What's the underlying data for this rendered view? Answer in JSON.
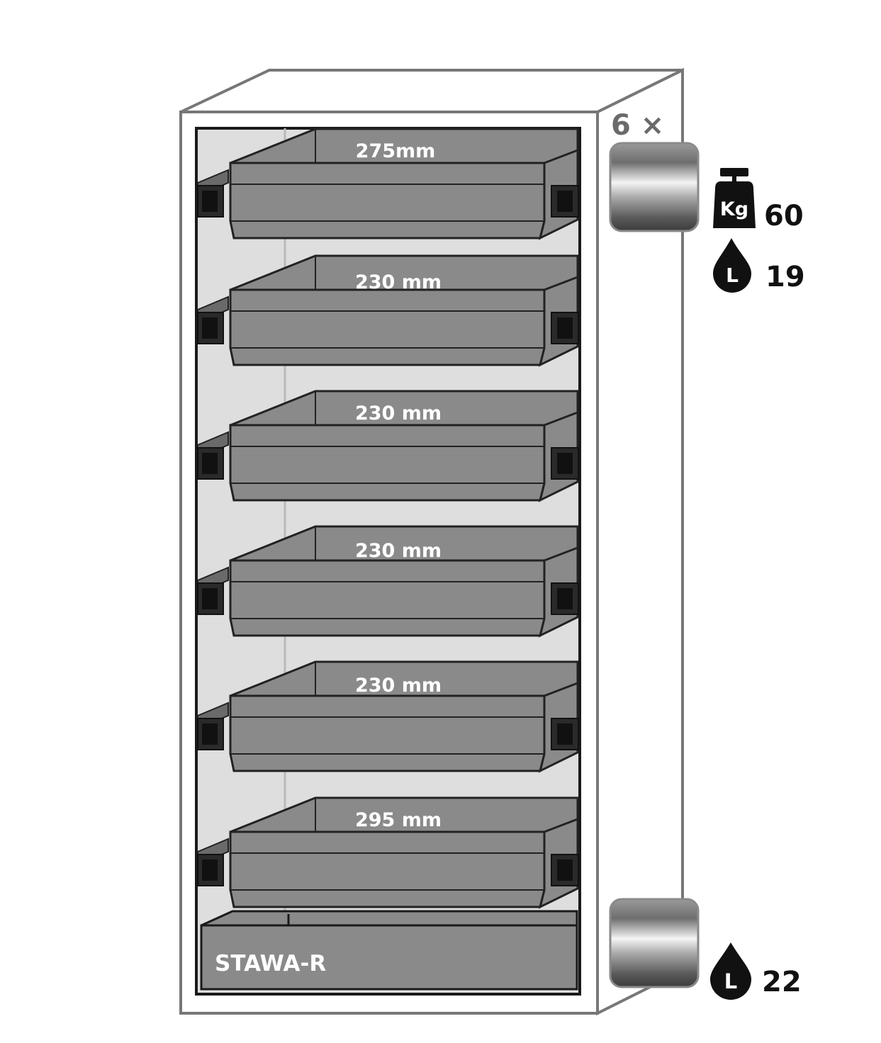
{
  "drawer_count_label": "6 ×",
  "drawers": [
    {
      "label": "275mm"
    },
    {
      "label": "230 mm"
    },
    {
      "label": "230 mm"
    },
    {
      "label": "230 mm"
    },
    {
      "label": "230 mm"
    },
    {
      "label": "295 mm"
    }
  ],
  "sump": {
    "label": "STAWA-R"
  },
  "specs": {
    "load_kg": "60",
    "kg_symbol": "Kg",
    "drawer_volume_l": "19",
    "sump_volume_l": "22",
    "liter_symbol": "L"
  },
  "colors": {
    "drawer_fill": "#8a8a8a",
    "interior": "#dedede",
    "outline": "#222222",
    "cabinet_edge": "#777777"
  },
  "icons": [
    "weight-icon",
    "liquid-drop-icon",
    "handle-swatch-icon"
  ]
}
